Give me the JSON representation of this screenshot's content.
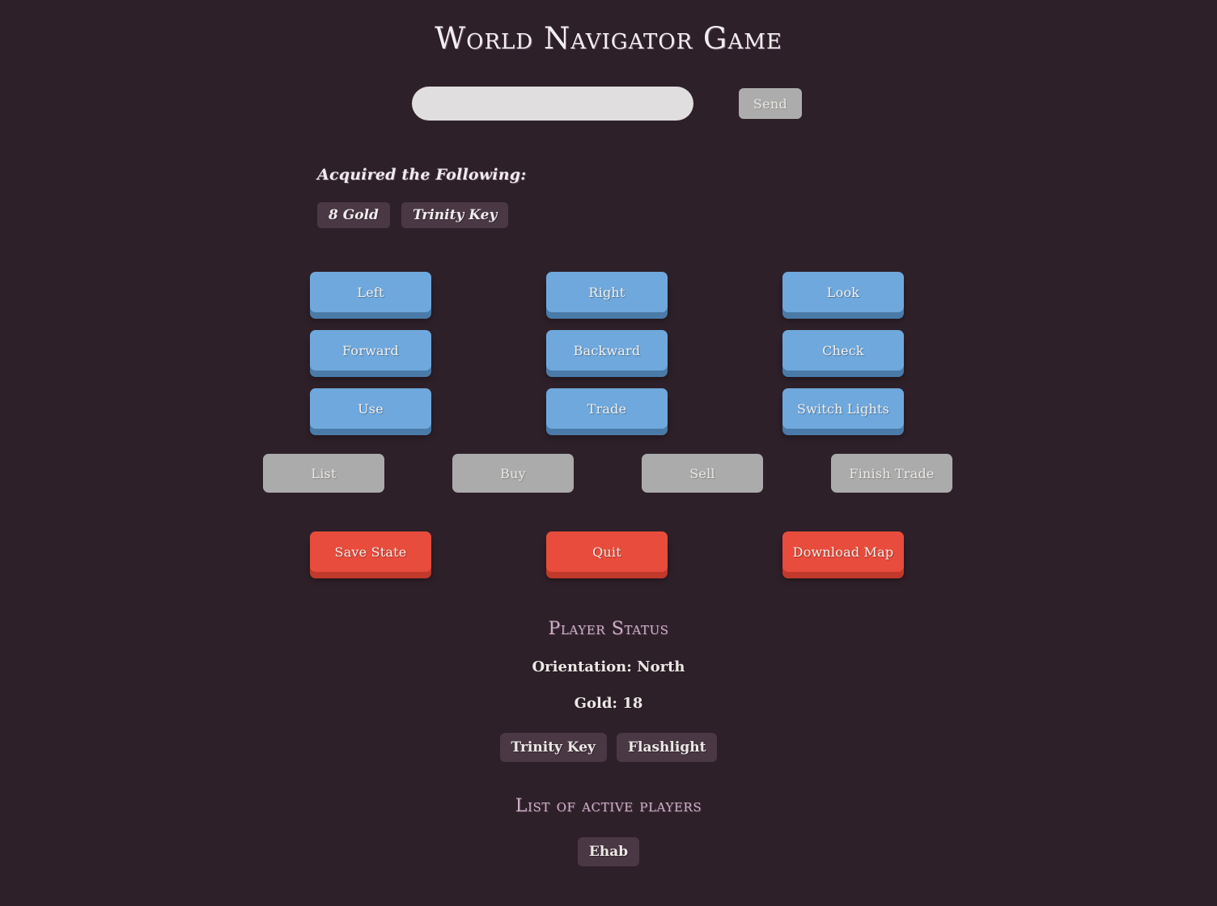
{
  "app": {
    "title": "World Navigator Game",
    "background_color": "#2e2029"
  },
  "command_bar": {
    "input_value": "",
    "input_placeholder": "",
    "send_label": "Send",
    "send_disabled": true
  },
  "acquired": {
    "heading": "Acquired the Following:",
    "items": [
      {
        "label": "8 Gold"
      },
      {
        "label": "Trinity Key"
      }
    ]
  },
  "actions": {
    "movement": [
      {
        "label": "Left",
        "color": "#6fa8dc",
        "enabled": true
      },
      {
        "label": "Right",
        "color": "#6fa8dc",
        "enabled": true
      },
      {
        "label": "Look",
        "color": "#6fa8dc",
        "enabled": true
      },
      {
        "label": "Forward",
        "color": "#6fa8dc",
        "enabled": true
      },
      {
        "label": "Backward",
        "color": "#6fa8dc",
        "enabled": true
      },
      {
        "label": "Check",
        "color": "#6fa8dc",
        "enabled": true
      },
      {
        "label": "Use",
        "color": "#6fa8dc",
        "enabled": true
      },
      {
        "label": "Trade",
        "color": "#6fa8dc",
        "enabled": true
      },
      {
        "label": "Switch Lights",
        "color": "#6fa8dc",
        "enabled": true
      }
    ],
    "trade": [
      {
        "label": "List",
        "color": "#ababab",
        "enabled": false
      },
      {
        "label": "Buy",
        "color": "#ababab",
        "enabled": false
      },
      {
        "label": "Sell",
        "color": "#ababab",
        "enabled": false
      },
      {
        "label": "Finish Trade",
        "color": "#ababab",
        "enabled": false
      }
    ],
    "system": [
      {
        "label": "Save State",
        "color": "#e74c3c",
        "enabled": true
      },
      {
        "label": "Quit",
        "color": "#e74c3c",
        "enabled": true
      },
      {
        "label": "Download Map",
        "color": "#e74c3c",
        "enabled": true
      }
    ]
  },
  "player_status": {
    "heading": "Player Status",
    "orientation_line": "Orientation: North",
    "gold_line": "Gold: 18",
    "inventory": [
      {
        "label": "Trinity Key"
      },
      {
        "label": "Flashlight"
      }
    ]
  },
  "active_players": {
    "heading": "List of active players",
    "players": [
      {
        "label": "Ehab"
      }
    ]
  }
}
